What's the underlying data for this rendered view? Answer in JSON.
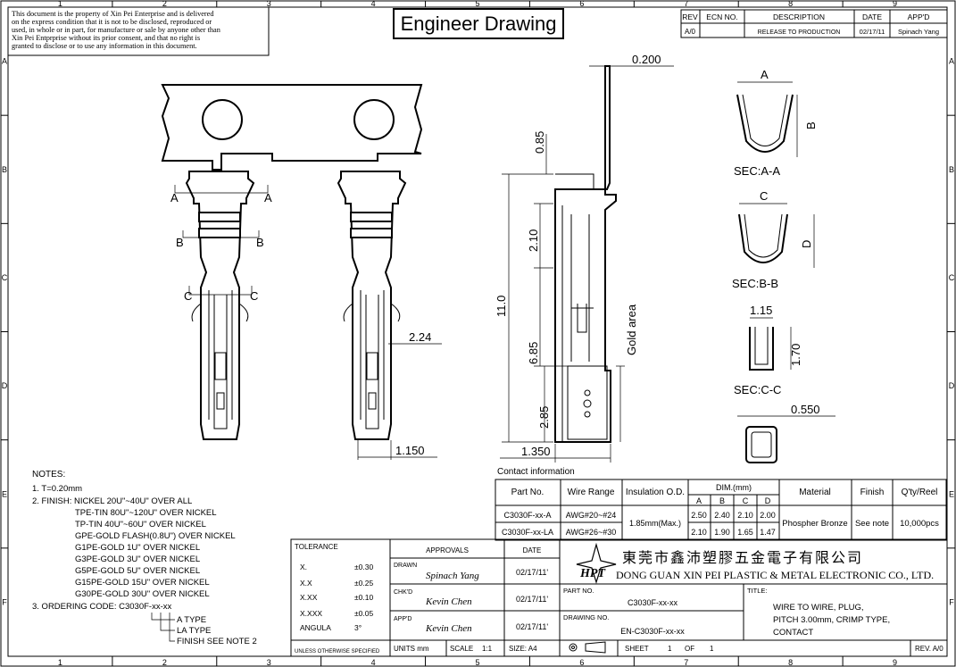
{
  "grid": {
    "cols": [
      "1",
      "2",
      "3",
      "4",
      "5",
      "6",
      "7",
      "8",
      "9"
    ],
    "rows": [
      "A",
      "B",
      "C",
      "D",
      "E",
      "F"
    ]
  },
  "notice": [
    "This document is the property of Xin Pei Enterprise and is delivered",
    "on the express condition that it is not to be disclosed, reproduced or",
    "used, in whole or in part, for manufacture or sale by anyone other than",
    "Xin Pei Entprprise without its prior consent, and that no right is",
    "granted to disclose or to use any information in this document."
  ],
  "title": "Engineer Drawing",
  "revision_table": {
    "headers": [
      "REV",
      "ECN NO.",
      "DESCRIPTION",
      "DATE",
      "APP'D"
    ],
    "rows": [
      [
        "A/0",
        "",
        "RELEASE TO PRODUCTION",
        "02/17/11",
        "Spinach Yang"
      ]
    ]
  },
  "views": {
    "section_marks": [
      "A",
      "A",
      "B",
      "B",
      "C",
      "C"
    ],
    "dims": {
      "thickness": "0.200",
      "d085": "0.85",
      "d210": "2.10",
      "d110": "11.0",
      "d685": "6.85",
      "d285": "2.85",
      "d135": "1.350",
      "d224": "2.24",
      "d115w": "1.150",
      "gold": "Gold area"
    },
    "sections": {
      "aa": {
        "label": "SEC:A-A",
        "w": "A",
        "h": "B"
      },
      "bb": {
        "label": "SEC:B-B",
        "w": "C",
        "h": "D"
      },
      "cc": {
        "label": "SEC:C-C",
        "w": "1.15",
        "h": "1.70"
      },
      "top_dim": "0.550"
    }
  },
  "contact_info": {
    "title": "Contact information",
    "headers": [
      "Part No.",
      "Wire Range",
      "Insulation O.D.",
      "DIM.(mm)",
      "Material",
      "Finish",
      "Q'ty/Reel"
    ],
    "dim_headers": [
      "A",
      "B",
      "C",
      "D"
    ],
    "rows": [
      {
        "part": "C3030F-xx-A",
        "wire": "AWG#20~#24",
        "dims": [
          "2.50",
          "2.40",
          "2.10",
          "2.00"
        ]
      },
      {
        "part": "C3030F-xx-LA",
        "wire": "AWG#26~#30",
        "dims": [
          "2.10",
          "1.90",
          "1.65",
          "1.47"
        ]
      }
    ],
    "insulation": "1.85mm(Max.)",
    "material": "Phospher Bronze",
    "finish": "See note",
    "qty": "10,000pcs"
  },
  "notes": {
    "title": "NOTES:",
    "n1": "1. T=0.20mm",
    "n2": "2. FINISH: NICKEL 20U\"~40U\" OVER ALL",
    "finish_list": [
      "TPE-TIN 80U\"~120U\" OVER NICKEL",
      "TP-TIN 40U\"~60U\" OVER NICKEL",
      "GPE-GOLD FLASH(0.8U\") OVER NICKEL",
      "G1PE-GOLD 1U\" OVER NICKEL",
      "G3PE-GOLD 3U\" OVER NICKEL",
      "G5PE-GOLD 5U\" OVER NICKEL",
      "G15PE-GOLD 15U\" OVER NICKEL",
      "G30PE-GOLD 30U\" OVER NICKEL"
    ],
    "n3": "3. ORDERING CODE: C3030F-xx-xx",
    "ordering": [
      "A TYPE",
      "LA TYPE",
      "FINISH SEE NOTE 2"
    ]
  },
  "title_block": {
    "tolerance_title": "TOLERANCE",
    "tolerances": [
      {
        "k": "X.",
        "v": "±0.30"
      },
      {
        "k": "X.X",
        "v": "±0.25"
      },
      {
        "k": "X.XX",
        "v": "±0.10"
      },
      {
        "k": "X.XXX",
        "v": "±0.05"
      },
      {
        "k": "ANGULA",
        "v": "3°"
      }
    ],
    "unless": "UNLESS OTHERWISE SPECIFIED",
    "approvals": "APPROVALS",
    "date": "DATE",
    "drawn": "DRAWN",
    "drawn_by": "Spinach Yang",
    "chkd": "CHK'D",
    "chkd_by": "Kevin Chen",
    "appd": "APP'D",
    "appd_by": "Kevin Chen",
    "d1": "02/17/11'",
    "d2": "02/17/11'",
    "d3": "02/17/11'",
    "units": "UNITS mm",
    "scale": "SCALE",
    "scale_val": "1:1",
    "size": "SIZE: A4",
    "sheet": "SHEET",
    "sheet_no": "1",
    "of": "OF",
    "of_no": "1",
    "company_cn": "東莞市鑫沛塑膠五金電子有限公司",
    "company_en": "DONG GUAN XIN PEI PLASTIC & METAL ELECTRONIC CO., LTD.",
    "logo": "HPT",
    "part_no_label": "PART NO.",
    "part_no": "C3030F-xx-xx",
    "title_label": "TITLE:",
    "title_lines": [
      "WIRE TO WIRE, PLUG,",
      "PITCH 3.00mm, CRIMP TYPE,",
      "CONTACT"
    ],
    "drawing_no_label": "DRAWING NO.",
    "drawing_no": "EN-C3030F-xx-xx",
    "rev": "REV. A/0"
  }
}
